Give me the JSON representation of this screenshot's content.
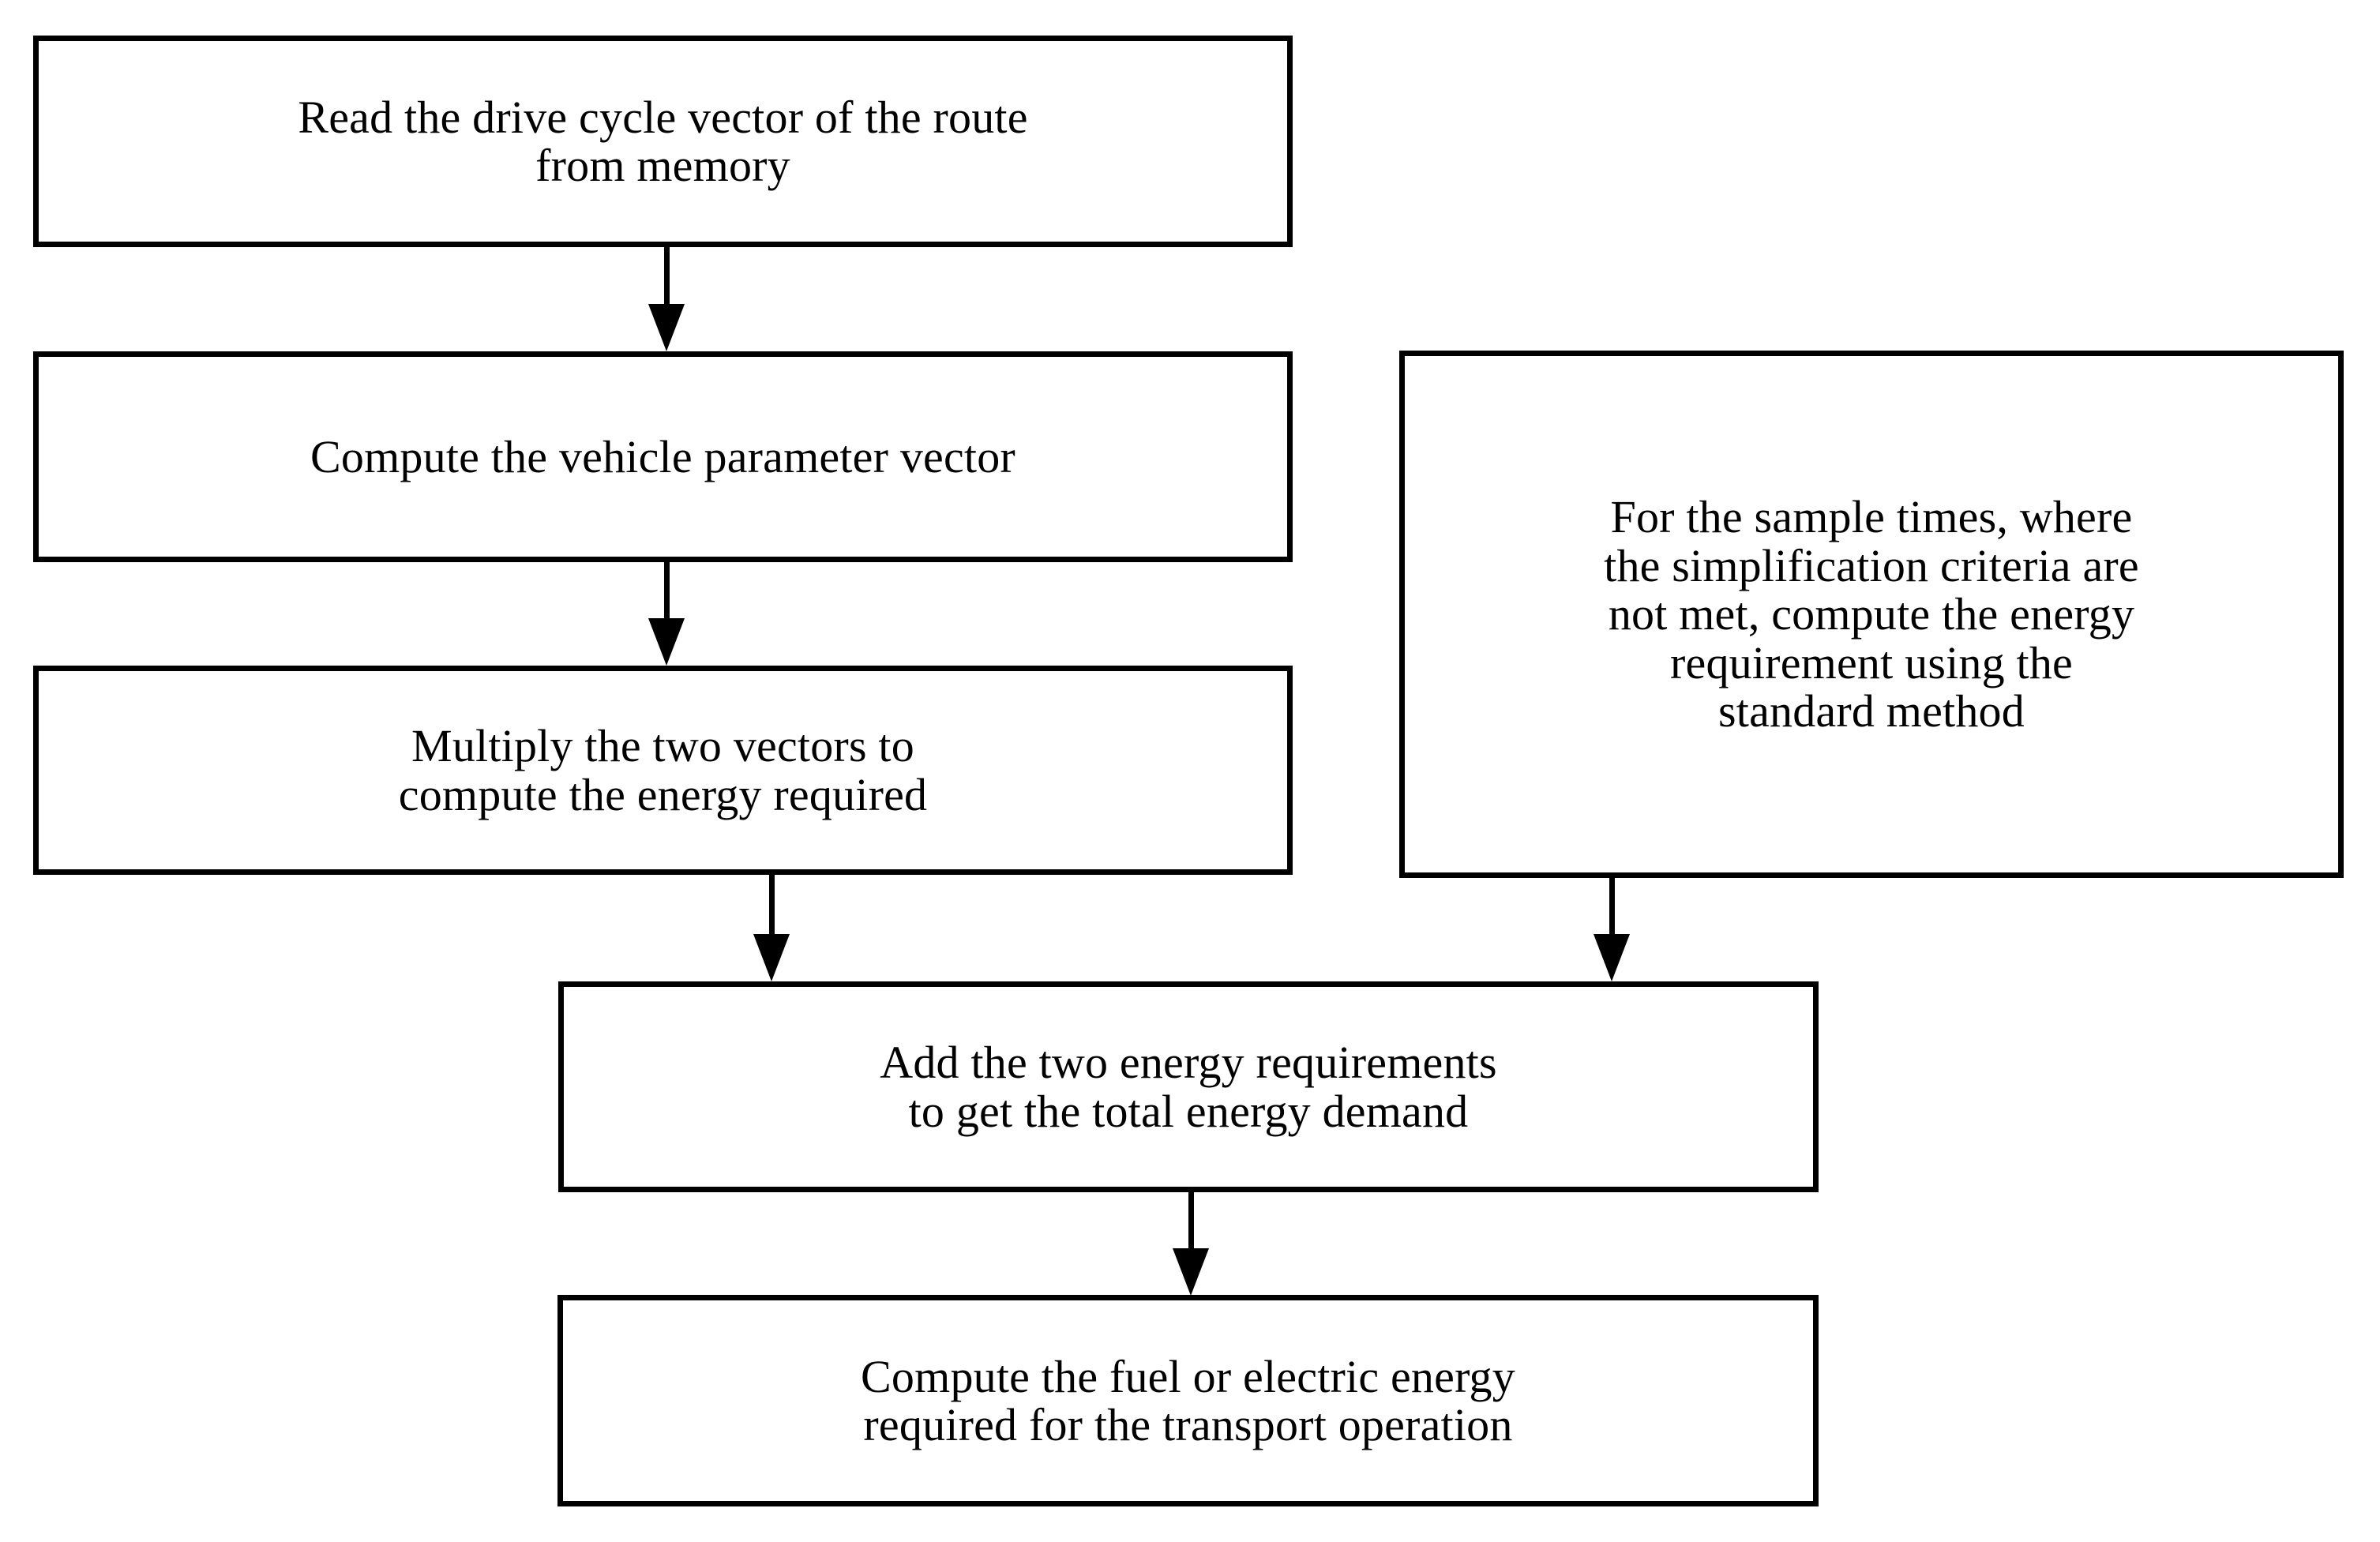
{
  "diagram": {
    "type": "flowchart",
    "title": "",
    "background_color": "#ffffff",
    "stroke_color": "#000000",
    "text_color": "#000000",
    "nodes": [
      {
        "id": "read-drive-cycle",
        "label": "Read the drive cycle vector of the route\nfrom memory",
        "shape": "rectangle"
      },
      {
        "id": "compute-vehicle-parameter",
        "label": "Compute the vehicle parameter vector",
        "shape": "rectangle"
      },
      {
        "id": "multiply-two-vectors",
        "label": "Multiply the two vectors to\ncompute the energy required",
        "shape": "rectangle"
      },
      {
        "id": "standard-method",
        "label": "For the sample times, where\nthe simplification criteria are\nnot met, compute the energy\nrequirement using the\nstandard method",
        "shape": "rectangle"
      },
      {
        "id": "add-two-energy",
        "label": "Add the two energy requirements\nto get the total energy demand",
        "shape": "rectangle"
      },
      {
        "id": "compute-fuel-electric",
        "label": "Compute the fuel or electric energy\nrequired for the transport operation",
        "shape": "rectangle"
      }
    ],
    "edges": [
      {
        "id": "edge-1",
        "from": "read-drive-cycle",
        "to": "compute-vehicle-parameter",
        "arrow": "down"
      },
      {
        "id": "edge-2",
        "from": "compute-vehicle-parameter",
        "to": "multiply-two-vectors",
        "arrow": "down"
      },
      {
        "id": "edge-3",
        "from": "multiply-two-vectors",
        "to": "add-two-energy",
        "arrow": "down"
      },
      {
        "id": "edge-4",
        "from": "standard-method",
        "to": "add-two-energy",
        "arrow": "down"
      },
      {
        "id": "edge-5",
        "from": "add-two-energy",
        "to": "compute-fuel-electric",
        "arrow": "down"
      }
    ]
  }
}
